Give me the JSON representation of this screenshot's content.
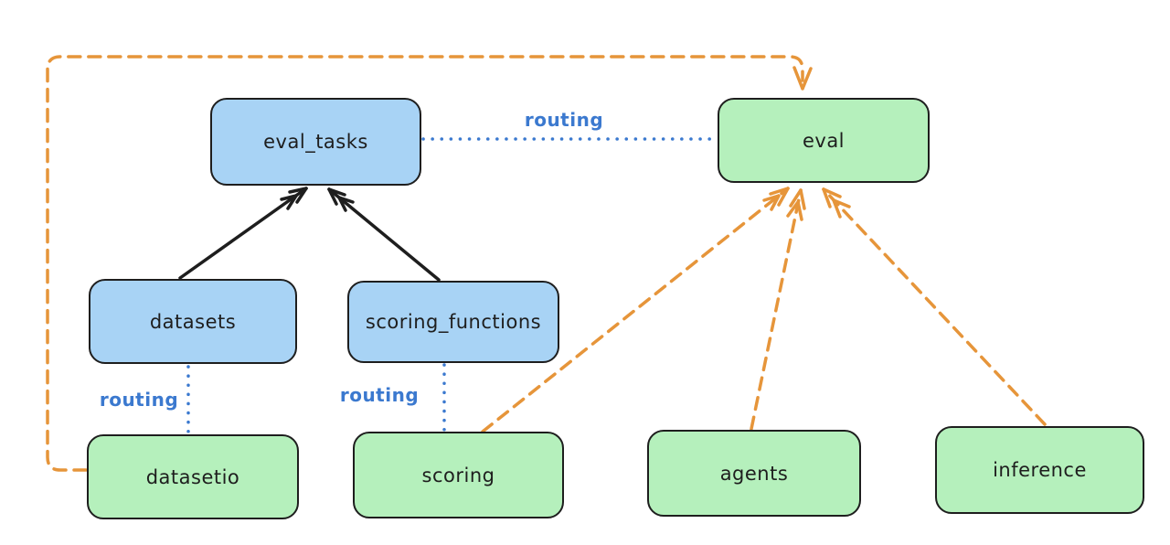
{
  "diagram": {
    "nodes": {
      "eval_tasks": {
        "label": "eval_tasks",
        "fill": "#a8d3f5"
      },
      "eval": {
        "label": "eval",
        "fill": "#b5f0bc"
      },
      "datasets": {
        "label": "datasets",
        "fill": "#a8d3f5"
      },
      "scoring_functions": {
        "label": "scoring_functions",
        "fill": "#a8d3f5"
      },
      "datasetio": {
        "label": "datasetio",
        "fill": "#b5f0bc"
      },
      "scoring": {
        "label": "scoring",
        "fill": "#b5f0bc"
      },
      "agents": {
        "label": "agents",
        "fill": "#b5f0bc"
      },
      "inference": {
        "label": "inference",
        "fill": "#b5f0bc"
      }
    },
    "edge_labels": {
      "eval_tasks_to_eval": "routing",
      "datasets_to_datasetio": "routing",
      "scoring_functions_to_scoring": "routing"
    },
    "edges": [
      {
        "from": "datasets",
        "to": "eval_tasks",
        "style": "solid-arrow",
        "color": "#1e1e1e"
      },
      {
        "from": "scoring_functions",
        "to": "eval_tasks",
        "style": "solid-arrow",
        "color": "#1e1e1e"
      },
      {
        "from": "eval_tasks",
        "to": "eval",
        "style": "dotted",
        "color": "#3b79cf",
        "label": "routing"
      },
      {
        "from": "datasets",
        "to": "datasetio",
        "style": "dotted",
        "color": "#3b79cf",
        "label": "routing"
      },
      {
        "from": "scoring_functions",
        "to": "scoring",
        "style": "dotted",
        "color": "#3b79cf",
        "label": "routing"
      },
      {
        "from": "datasetio",
        "to": "eval",
        "style": "dashed-arrow",
        "color": "#e6953a"
      },
      {
        "from": "scoring",
        "to": "eval",
        "style": "dashed-arrow",
        "color": "#e6953a"
      },
      {
        "from": "agents",
        "to": "eval",
        "style": "dashed-arrow",
        "color": "#e6953a"
      },
      {
        "from": "inference",
        "to": "eval",
        "style": "dashed-arrow",
        "color": "#e6953a"
      }
    ],
    "colors": {
      "background": "#ffffff",
      "node_stroke": "#1e1e1e",
      "blue_node_fill": "#a8d3f5",
      "green_node_fill": "#b5f0bc",
      "routing_label_blue": "#3b79cf",
      "dashed_arrow_orange": "#e6953a"
    }
  }
}
